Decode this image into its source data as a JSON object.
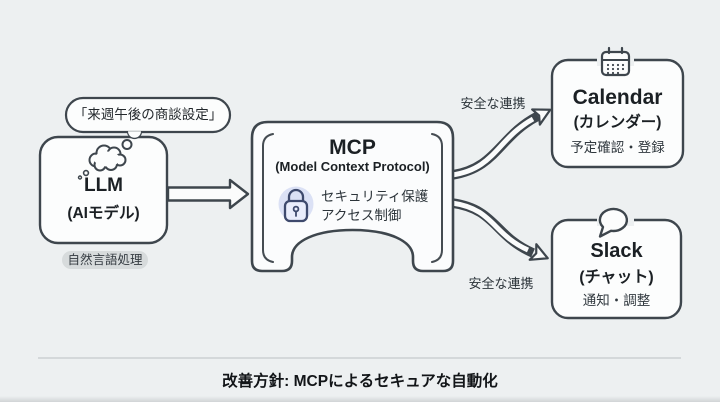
{
  "diagram": {
    "prompt_bubble": {
      "text": "「来週午後の商談設定」"
    },
    "llm": {
      "title": "LLM",
      "subtitle": "(AIモデル)",
      "tag": "自然言語処理",
      "icon": "thought-cloud-icon"
    },
    "mcp": {
      "title": "MCP",
      "subtitle": "(Model Context Protocol)",
      "features": [
        "セキュリティ保護",
        "アクセス制御"
      ],
      "icon": "lock-icon"
    },
    "calendar": {
      "title": "Calendar",
      "subtitle": "(カレンダー)",
      "description": "予定確認・登録",
      "icon": "calendar-icon"
    },
    "slack": {
      "title": "Slack",
      "subtitle": "(チャット)",
      "description": "通知・調整",
      "icon": "speech-bubble-icon"
    },
    "connections": {
      "to_calendar_label": "安全な連携",
      "to_slack_label": "安全な連携"
    },
    "caption": "改善方針: MCPによるセキュアな自動化",
    "colors": {
      "background": "#edf0f1",
      "stroke": "#3e464d",
      "box_fill": "#fcfdfd",
      "lock_stroke": "#3e4a6d",
      "lock_badge": "#dbe1f5",
      "tag_background": "#d7dbdc",
      "divider": "#c5cacc",
      "text": "#1b2024"
    }
  }
}
